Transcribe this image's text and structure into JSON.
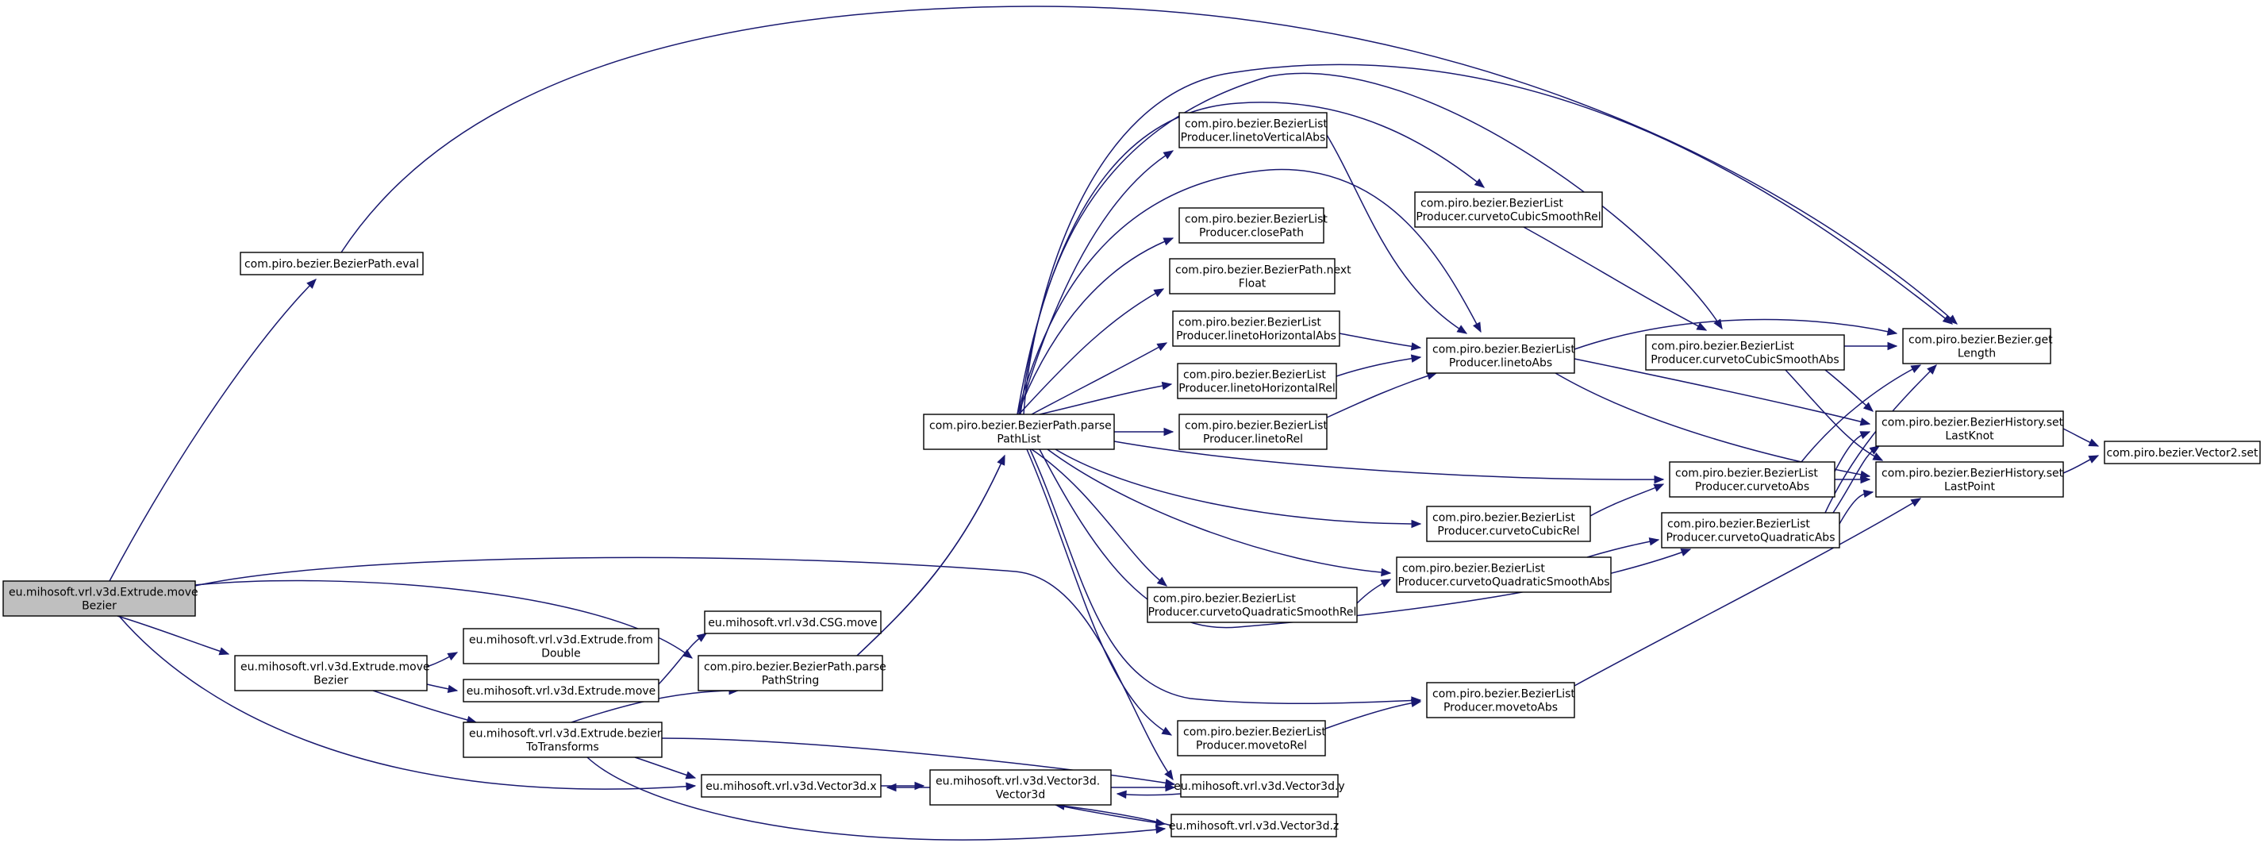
{
  "colors": {
    "edge": "#191970",
    "node_border": "#000000",
    "root_fill": "#bfbfbf",
    "node_fill": "#ffffff"
  },
  "nodes": [
    {
      "id": "n0",
      "lines": [
        "eu.mihosoft.vrl.v3d.Extrude.move",
        "Bezier"
      ],
      "root": true
    },
    {
      "id": "n1",
      "lines": [
        "com.piro.bezier.BezierPath.eval"
      ]
    },
    {
      "id": "n2",
      "lines": [
        "com.piro.bezier.Bezier.get",
        "Length"
      ]
    },
    {
      "id": "n3",
      "lines": [
        "com.piro.bezier.BezierPath.parse",
        "PathString"
      ]
    },
    {
      "id": "n4",
      "lines": [
        "com.piro.bezier.BezierPath.parse",
        "PathList"
      ]
    },
    {
      "id": "n5",
      "lines": [
        "com.piro.bezier.BezierList",
        "Producer.closePath"
      ]
    },
    {
      "id": "n6",
      "lines": [
        "com.piro.bezier.BezierList",
        "Producer.curvetoAbs"
      ]
    },
    {
      "id": "n7",
      "lines": [
        "com.piro.bezier.BezierHistory.set",
        "LastKnot"
      ]
    },
    {
      "id": "n8",
      "lines": [
        "com.piro.bezier.BezierHistory.set",
        "LastPoint"
      ]
    },
    {
      "id": "n9",
      "lines": [
        "com.piro.bezier.BezierList",
        "Producer.curvetoCubicRel"
      ]
    },
    {
      "id": "n10",
      "lines": [
        "com.piro.bezier.BezierList",
        "Producer.curvetoCubicSmoothAbs"
      ]
    },
    {
      "id": "n11",
      "lines": [
        "com.piro.bezier.BezierList",
        "Producer.curvetoCubicSmoothRel"
      ]
    },
    {
      "id": "n12",
      "lines": [
        "com.piro.bezier.BezierList",
        "Producer.curvetoQuadraticAbs"
      ]
    },
    {
      "id": "n13",
      "lines": [
        "com.piro.bezier.BezierList",
        "Producer.curvetoQuadraticSmoothAbs"
      ]
    },
    {
      "id": "n14",
      "lines": [
        "com.piro.bezier.BezierList",
        "Producer.curvetoQuadraticSmoothRel"
      ]
    },
    {
      "id": "n15",
      "lines": [
        "com.piro.bezier.BezierList",
        "Producer.linetoAbs"
      ]
    },
    {
      "id": "n16",
      "lines": [
        "com.piro.bezier.BezierList",
        "Producer.linetoHorizontalAbs"
      ]
    },
    {
      "id": "n17",
      "lines": [
        "com.piro.bezier.BezierList",
        "Producer.linetoHorizontalRel"
      ]
    },
    {
      "id": "n18",
      "lines": [
        "com.piro.bezier.BezierList",
        "Producer.linetoRel"
      ]
    },
    {
      "id": "n19",
      "lines": [
        "com.piro.bezier.BezierList",
        "Producer.linetoVerticalAbs"
      ]
    },
    {
      "id": "n20",
      "lines": [
        "com.piro.bezier.BezierList",
        "Producer.movetoAbs"
      ]
    },
    {
      "id": "n21",
      "lines": [
        "com.piro.bezier.BezierList",
        "Producer.movetoRel"
      ]
    },
    {
      "id": "n22",
      "lines": [
        "com.piro.bezier.BezierPath.next",
        "Float"
      ]
    },
    {
      "id": "n23",
      "lines": [
        "com.piro.bezier.Vector2.set"
      ]
    },
    {
      "id": "n24",
      "lines": [
        "eu.mihosoft.vrl.v3d.Vector3d.y"
      ]
    },
    {
      "id": "n25",
      "lines": [
        "eu.mihosoft.vrl.v3d.Extrude.move",
        "Bezier"
      ]
    },
    {
      "id": "n26",
      "lines": [
        "eu.mihosoft.vrl.v3d.Extrude.bezier",
        "ToTransforms"
      ]
    },
    {
      "id": "n27",
      "lines": [
        "eu.mihosoft.vrl.v3d.Vector3d.x"
      ]
    },
    {
      "id": "n28",
      "lines": [
        "eu.mihosoft.vrl.v3d.Vector3d.z"
      ]
    },
    {
      "id": "n29",
      "lines": [
        "eu.mihosoft.vrl.v3d.Vector3d.",
        "Vector3d"
      ]
    },
    {
      "id": "n30",
      "lines": [
        "eu.mihosoft.vrl.v3d.Extrude.from",
        "Double"
      ]
    },
    {
      "id": "n31",
      "lines": [
        "eu.mihosoft.vrl.v3d.Extrude.move"
      ]
    },
    {
      "id": "n32",
      "lines": [
        "eu.mihosoft.vrl.v3d.CSG.move"
      ]
    }
  ],
  "edges": [
    {
      "from": "n0",
      "to": "n1"
    },
    {
      "from": "n0",
      "to": "n3"
    },
    {
      "from": "n0",
      "to": "n24"
    },
    {
      "from": "n0",
      "to": "n25"
    },
    {
      "from": "n0",
      "to": "n27"
    },
    {
      "from": "n1",
      "to": "n2"
    },
    {
      "from": "n3",
      "to": "n4"
    },
    {
      "from": "n4",
      "to": "n5"
    },
    {
      "from": "n4",
      "to": "n6"
    },
    {
      "from": "n4",
      "to": "n9"
    },
    {
      "from": "n4",
      "to": "n10"
    },
    {
      "from": "n4",
      "to": "n11"
    },
    {
      "from": "n4",
      "to": "n12"
    },
    {
      "from": "n4",
      "to": "n13"
    },
    {
      "from": "n4",
      "to": "n14"
    },
    {
      "from": "n4",
      "to": "n15"
    },
    {
      "from": "n4",
      "to": "n16"
    },
    {
      "from": "n4",
      "to": "n17"
    },
    {
      "from": "n4",
      "to": "n18"
    },
    {
      "from": "n4",
      "to": "n19"
    },
    {
      "from": "n4",
      "to": "n20"
    },
    {
      "from": "n4",
      "to": "n21"
    },
    {
      "from": "n4",
      "to": "n22"
    },
    {
      "from": "n4",
      "to": "n2"
    },
    {
      "from": "n6",
      "to": "n2"
    },
    {
      "from": "n6",
      "to": "n7"
    },
    {
      "from": "n6",
      "to": "n8"
    },
    {
      "from": "n7",
      "to": "n23"
    },
    {
      "from": "n8",
      "to": "n23"
    },
    {
      "from": "n9",
      "to": "n6"
    },
    {
      "from": "n10",
      "to": "n2"
    },
    {
      "from": "n10",
      "to": "n7"
    },
    {
      "from": "n10",
      "to": "n8"
    },
    {
      "from": "n11",
      "to": "n10"
    },
    {
      "from": "n12",
      "to": "n2"
    },
    {
      "from": "n12",
      "to": "n7"
    },
    {
      "from": "n12",
      "to": "n8"
    },
    {
      "from": "n13",
      "to": "n12"
    },
    {
      "from": "n14",
      "to": "n13"
    },
    {
      "from": "n15",
      "to": "n2"
    },
    {
      "from": "n15",
      "to": "n7"
    },
    {
      "from": "n15",
      "to": "n8"
    },
    {
      "from": "n16",
      "to": "n15"
    },
    {
      "from": "n17",
      "to": "n15"
    },
    {
      "from": "n18",
      "to": "n15"
    },
    {
      "from": "n19",
      "to": "n15"
    },
    {
      "from": "n20",
      "to": "n8"
    },
    {
      "from": "n21",
      "to": "n20"
    },
    {
      "from": "n24",
      "to": "n29"
    },
    {
      "from": "n25",
      "to": "n26"
    },
    {
      "from": "n25",
      "to": "n30"
    },
    {
      "from": "n25",
      "to": "n31"
    },
    {
      "from": "n26",
      "to": "n3"
    },
    {
      "from": "n26",
      "to": "n24"
    },
    {
      "from": "n26",
      "to": "n27"
    },
    {
      "from": "n26",
      "to": "n28"
    },
    {
      "from": "n27",
      "to": "n29"
    },
    {
      "from": "n28",
      "to": "n29"
    },
    {
      "from": "n29",
      "to": "n24"
    },
    {
      "from": "n29",
      "to": "n27"
    },
    {
      "from": "n29",
      "to": "n28"
    },
    {
      "from": "n31",
      "to": "n32"
    },
    {
      "from": "n32",
      "to": "n3"
    }
  ]
}
